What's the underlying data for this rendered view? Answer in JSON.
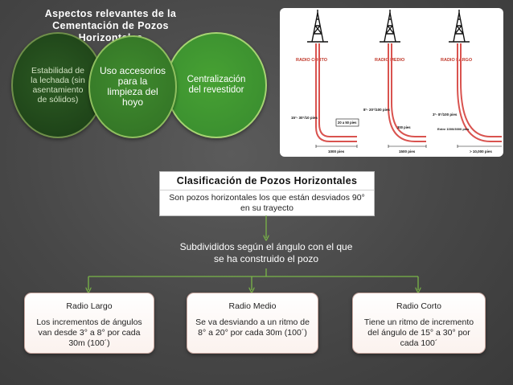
{
  "title": {
    "line1": "Aspectos relevantes de la",
    "line2": "Cementación de Pozos Horizontales"
  },
  "circles": [
    {
      "label": "Estabilidad de la lechada (sin asentamiento de sólidos)"
    },
    {
      "label": "Uso accesorios para la limpieza del hoyo"
    },
    {
      "label": "Centralización del revestidor"
    }
  ],
  "wells_diagram": {
    "titles": [
      "RADIO CORTO",
      "RADIO MEDIO",
      "RADIO LARGO"
    ],
    "angles": [
      "15°- 30°/10 pies",
      "8°- 20°/100 pies",
      "3°- 8°/100 pies"
    ],
    "radius": [
      "20 a 50 pies",
      "300 pies",
      "Entre 1000/3000 pies"
    ],
    "lengths": [
      "1000 pies",
      "1500 pies",
      "> 10,000 pies"
    ]
  },
  "main": {
    "heading": "Clasificación de Pozos Horizontales",
    "description": "Son pozos horizontales los que están desviados 90° en su trayecto"
  },
  "subdivision": "Subdivididos según el ángulo con el que se ha construido el pozo",
  "branches": [
    {
      "title": "Radio Largo",
      "description": "Los incrementos de ángulos van desde 3° a 8° por cada 30m (100´)"
    },
    {
      "title": "Radio Medio",
      "description": "Se va desviando a un ritmo de 8° a 20° por cada 30m (100´)"
    },
    {
      "title": "Radio Corto",
      "description": "Tiene un ritmo de incremento del ángulo de 15° a 30° por cada 100´"
    }
  ],
  "colors": {
    "accent_green": "#7ab648",
    "well_red": "#d9534f",
    "background": "#4a4a4a"
  }
}
